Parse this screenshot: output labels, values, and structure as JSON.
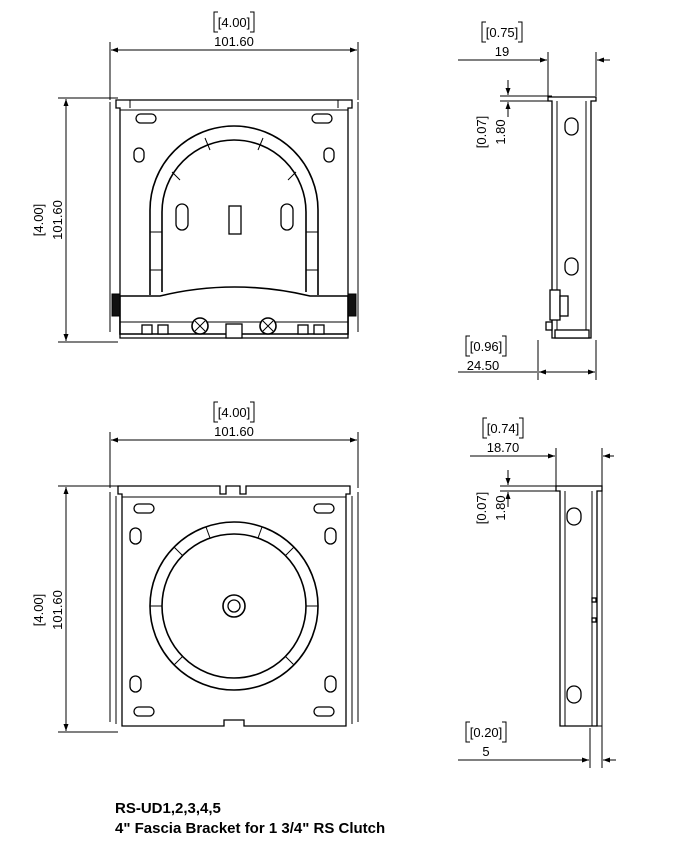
{
  "title": {
    "model": "RS-UD1,2,3,4,5",
    "description": "4\" Fascia Bracket for 1 3/4\" RS Clutch"
  },
  "top_front": {
    "width_in": "[4.00]",
    "width_mm": "101.60",
    "height_in": "[4.00]",
    "height_mm": "101.60"
  },
  "top_side": {
    "depth_in": "[0.75]",
    "depth_mm": "19",
    "thickness_in": "[0.07]",
    "thickness_mm": "1.80",
    "base_in": "[0.96]",
    "base_mm": "24.50"
  },
  "bottom_front": {
    "width_in": "[4.00]",
    "width_mm": "101.60",
    "height_in": "[4.00]",
    "height_mm": "101.60"
  },
  "bottom_side": {
    "depth_in": "[0.74]",
    "depth_mm": "18.70",
    "thickness_in": "[0.07]",
    "thickness_mm": "1.80",
    "tab_in": "[0.20]",
    "tab_mm": "5"
  }
}
